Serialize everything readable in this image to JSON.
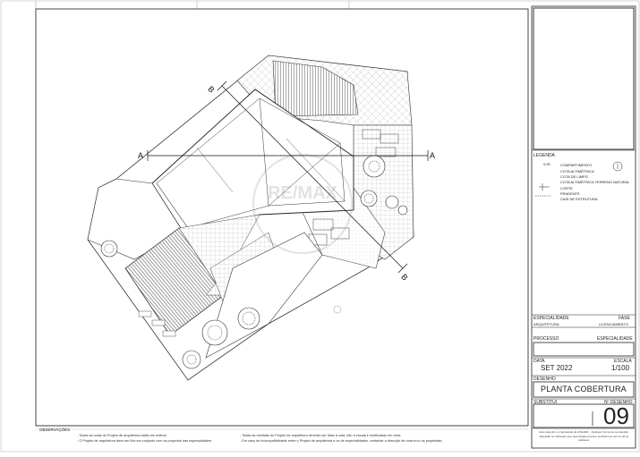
{
  "section_labels": {
    "a_left": "A",
    "a_right": "A",
    "b_top": "B",
    "b_bottom": "B"
  },
  "legend": {
    "title": "LEGENDA",
    "level_value": "0.00",
    "items": [
      "COMPARTIMENTO",
      "COTA ALTIMÉTRICA",
      "COTA DE LIMPO",
      "COTA ALTIMÉTRICA TERRENO NATURAL",
      "CORTE",
      "PENDENTE",
      "CAIS DE ESTRUTURA"
    ]
  },
  "title_block": {
    "especialidade_label": "ESPECIALIDADE",
    "especialidade_value": "ARQUITETURA",
    "fase_label": "FASE",
    "fase_value": "LICENCIAMENTO",
    "processo_label": "PROCESSO",
    "especialidade2_label": "ESPECIALIDADE",
    "data_label": "DATA",
    "data_value": "SET 2022",
    "escala_label": "ESCALA",
    "escala_value": "1/100",
    "desenho_label": "DESENHO",
    "desenho_value": "PLANTA COBERTURA",
    "substitui_label": "SUBSTITUI",
    "ndesenho_label": "Nº DESENHO",
    "ndesenho_value": "09",
    "copyright_text": "Este desenho é propriedade do ATELIER... Qualquer forma de reprodução, alteração ou utilização sem autorização prévia é proibida nos termos da lei aplicável."
  },
  "observacoes": {
    "title": "OBSERVAÇÕES",
    "col1": [
      "- Todas as cotas do Projeto de arquitetura estão em metros",
      "- O Projeto de arquitetura deve ser lido em conjunto com os projectos das especialidades"
    ],
    "col2": [
      "- Todas as medidas do Projeto de arquitetura deverão ser lidas à cota, não à escala e rectificadas em obra;",
      "- Em caso de incompatibilidade entre o Projeto de arquitetura e os de especialidades, contactar a direcção de obra e/ou os projetistas;"
    ]
  },
  "watermark": "RE/MAX"
}
